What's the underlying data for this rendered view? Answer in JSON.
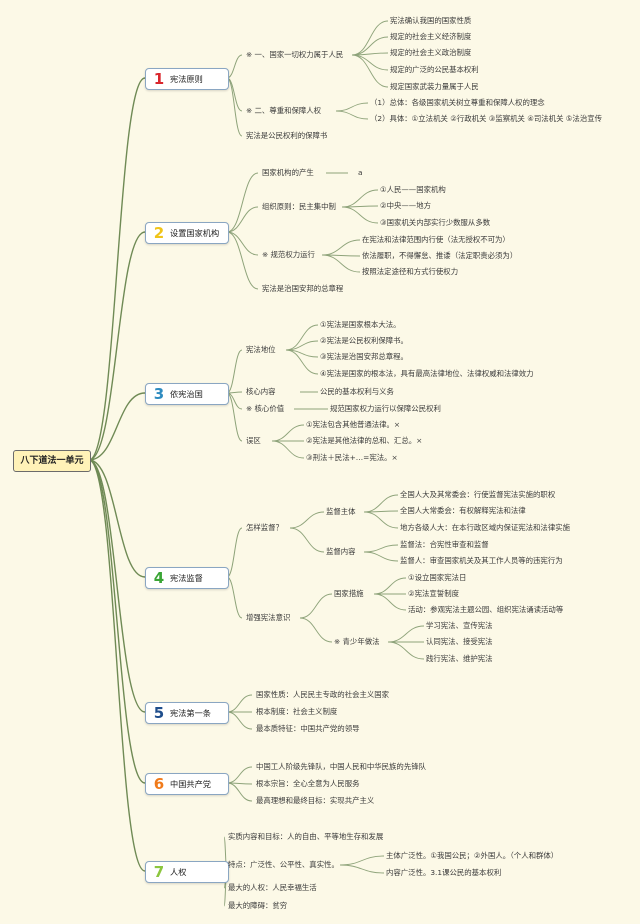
{
  "root": "八下道法一单元",
  "units": [
    {
      "num": "1",
      "title": "宪法原则",
      "num_color": "#d9262c",
      "c1": "※ 一、国家一切权力属于人民",
      "c1_items": [
        "宪法确认我国的国家性质",
        "规定的社会主义经济制度",
        "规定的社会主义政治制度",
        "规定的广泛的公民基本权利",
        "规定国家武装力量属于人民"
      ],
      "c2": "※ 二、尊重和保障人权",
      "c2_items": [
        "（1）总体：各级国家机关树立尊重和保障人权的理念",
        "（2）具体：①立法机关 ②行政机关 ③监察机关 ④司法机关 ⑤法治宣传"
      ],
      "c3": "宪法是公民权利的保障书"
    },
    {
      "num": "2",
      "title": "设置国家机构",
      "num_color": "#f0c419",
      "c1": "国家机构的产生",
      "c1_extra": "a",
      "c2": "组织原则：民主集中制",
      "c2_items": [
        "①人民——国家机构",
        "②中央——地方",
        "③国家机关内部实行少数服从多数"
      ],
      "c3": "※ 规范权力运行",
      "c3_items": [
        "在宪法和法律范围内行使（法无授权不可为）",
        "依法履职，不得懈怠、推诿（法定职责必须为）",
        "按照法定途径和方式行使权力"
      ],
      "c4": "宪法是治国安邦的总章程"
    },
    {
      "num": "3",
      "title": "依宪治国",
      "num_color": "#2e8bc0",
      "c1": "宪法地位",
      "c1_items": [
        "①宪法是国家根本大法。",
        "②宪法是公民权利保障书。",
        "③宪法是治国安邦总章程。",
        "④宪法是国家的根本法，具有最高法律地位、法律权威和法律效力"
      ],
      "c2": "核心内容",
      "c2_val": "公民的基本权利与义务",
      "c3": "※ 核心价值",
      "c3_val": "规范国家权力运行以保障公民权利",
      "c4": "误区",
      "c4_items": [
        "①宪法包含其他普通法律。×",
        "②宪法是其他法律的总和、汇总。×",
        "③刑法＋民法+…=宪法。×"
      ]
    },
    {
      "num": "4",
      "title": "宪法监督",
      "num_color": "#3aa535",
      "q": "怎样监督？",
      "sub1": "监督主体",
      "sub1_items": [
        "全国人大及其常委会：行使监督宪法实施的职权",
        "全国人大常委会：有权解释宪法和法律",
        "地方各级人大：在本行政区域内保证宪法和法律实施"
      ],
      "sub2": "监督内容",
      "sub2_items": [
        "监督法：合宪性审查和监督",
        "监督人：审查国家机关及其工作人员等的违宪行为"
      ],
      "c2": "增强宪法意识",
      "sub3": "国家措施",
      "sub3_items": [
        "①设立国家宪法日",
        "②宪法宣誓制度",
        "活动：参观宪法主题公园、组织宪法诵读活动等"
      ],
      "sub4": "※ 青少年做法",
      "sub4_items": [
        "学习宪法、宣传宪法",
        "认同宪法、接受宪法",
        "践行宪法、维护宪法"
      ]
    },
    {
      "num": "5",
      "title": "宪法第一条",
      "num_color": "#1f4e8c",
      "items": [
        "国家性质：人民民主专政的社会主义国家",
        "根本制度：社会主义制度",
        "最本质特征：中国共产党的领导"
      ]
    },
    {
      "num": "6",
      "title": "中国共产党",
      "num_color": "#f07a1a",
      "items": [
        "中国工人阶级先锋队，中国人民和中华民族的先锋队",
        "根本宗旨：全心全意为人民服务",
        "最高理想和最终目标：实现共产主义"
      ]
    },
    {
      "num": "7",
      "title": "人权",
      "num_color": "#8cc63e",
      "c1": "实质内容和目标：人的自由、平等地生存和发展",
      "c2": "特点：广泛性、公平性、真实性。",
      "c2_items": [
        "主体广泛性。①我国公民；②外国人。（个人和群体）",
        "内容广泛性。3.1课公民的基本权利"
      ],
      "c3": "最大的人权：人民幸福生活",
      "c4": "最大的障碍：贫穷"
    }
  ]
}
